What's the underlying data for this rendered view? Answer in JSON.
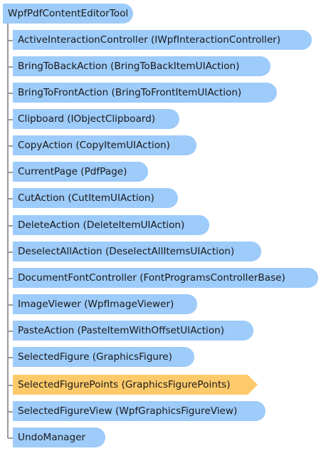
{
  "root": {
    "label": "WpfPdfContentEditorTool"
  },
  "items": [
    {
      "label": "ActiveInteractionController  (IWpfInteractionController)"
    },
    {
      "label": "BringToBackAction  (BringToBackItemUIAction)"
    },
    {
      "label": "BringToFrontAction  (BringToFrontItemUIAction)"
    },
    {
      "label": "Clipboard  (IObjectClipboard)"
    },
    {
      "label": "CopyAction  (CopyItemUIAction)"
    },
    {
      "label": "CurrentPage  (PdfPage)"
    },
    {
      "label": "CutAction  (CutItemUIAction)"
    },
    {
      "label": "DeleteAction  (DeleteItemUIAction)"
    },
    {
      "label": "DeselectAllAction  (DeselectAllItemsUIAction)"
    },
    {
      "label": "DocumentFontController  (FontProgramsControllerBase)"
    },
    {
      "label": "ImageViewer  (WpfImageViewer)"
    },
    {
      "label": "PasteAction  (PasteItemWithOffsetUIAction)"
    },
    {
      "label": "SelectedFigure  (GraphicsFigure)"
    },
    {
      "label": "SelectedFigurePoints  (GraphicsFigurePoints)"
    },
    {
      "label": "SelectedFigureView  (WpfGraphicsFigureView)"
    },
    {
      "label": "UndoManager"
    }
  ],
  "colors": {
    "node_fill": "#9dcbfa",
    "highlight_fill": "#fdca6b",
    "connector": "#9a9a9a"
  }
}
